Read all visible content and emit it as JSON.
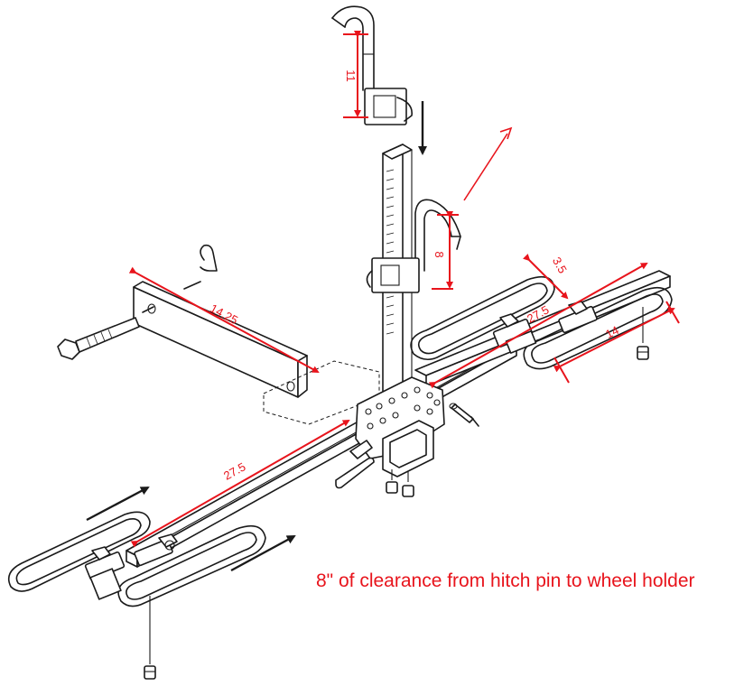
{
  "caption": "8\" of clearance from hitch pin to wheel holder",
  "dimensions": {
    "upper_hook": "11",
    "lower_hook": "8",
    "short_arm": "14.25",
    "upright_offset": "3.5",
    "right_tray": "27.5",
    "right_loop": "14",
    "main_bar": "27.5"
  },
  "colors": {
    "dimension": "#e8141c",
    "drawing": "#1a1a1a",
    "background": "#ffffff"
  }
}
